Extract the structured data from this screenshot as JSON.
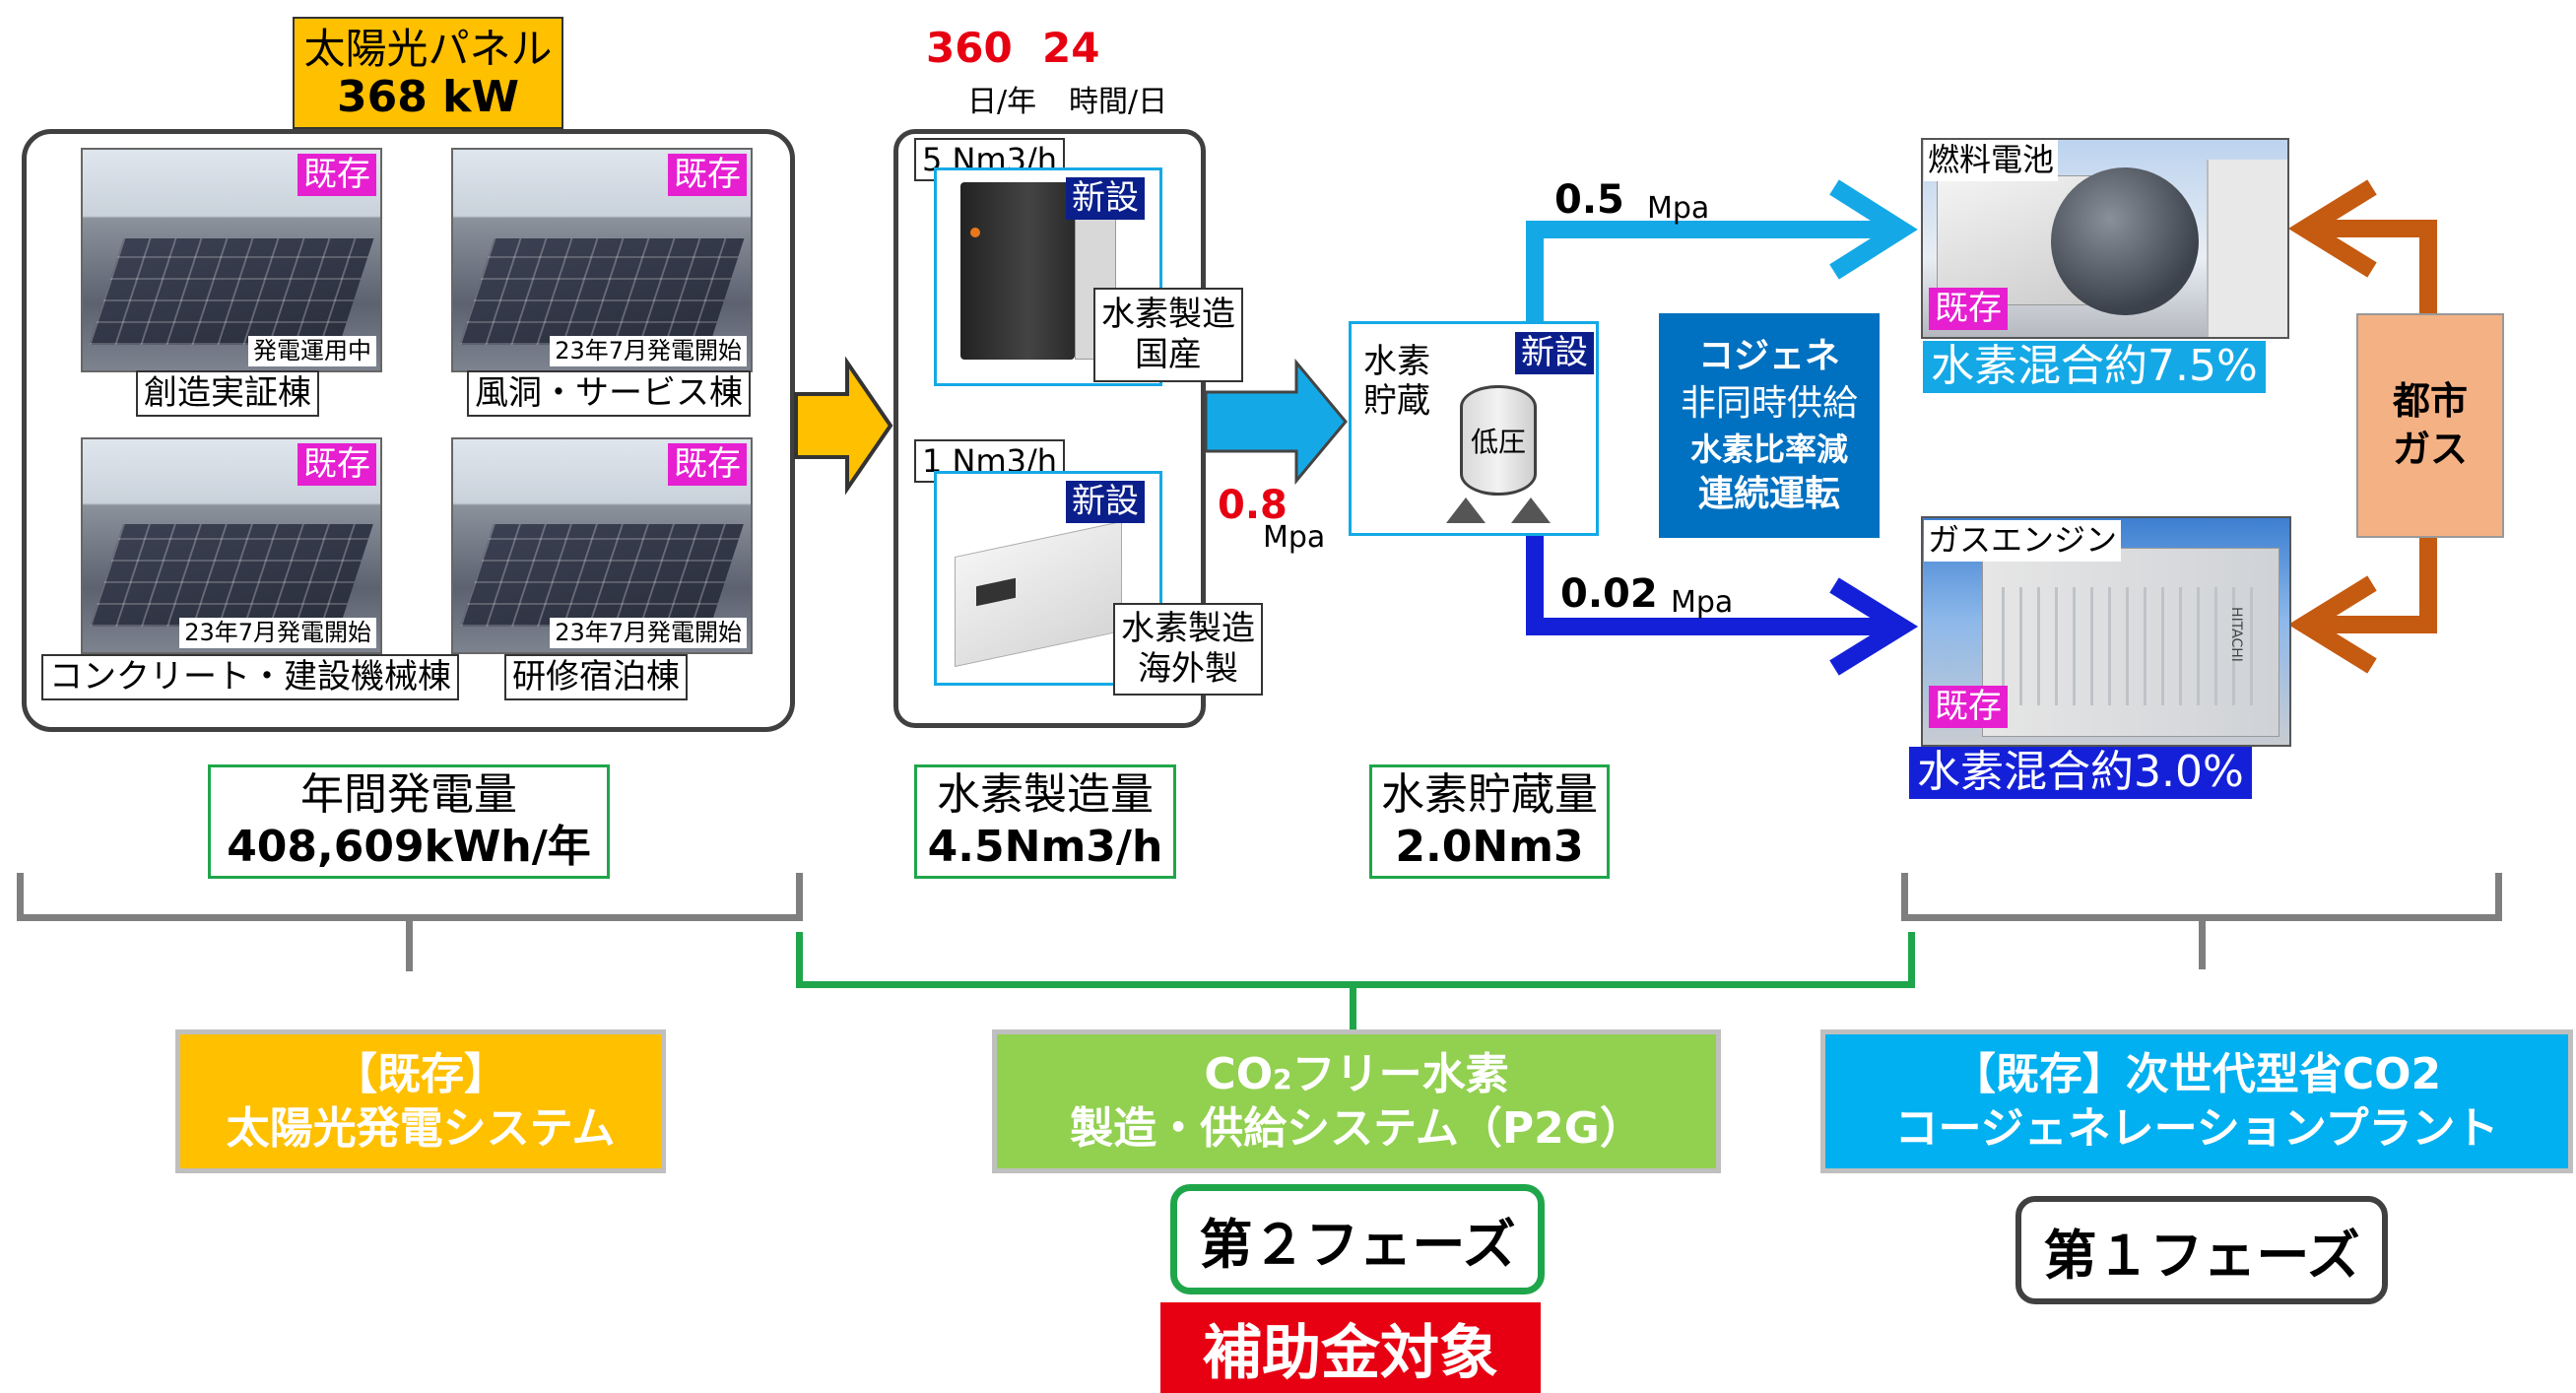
{
  "solar": {
    "title": "太陽光パネル",
    "capacity": "368 kW",
    "photos": [
      {
        "badge": "既存",
        "status": "発電運用中",
        "building": "創造実証棟"
      },
      {
        "badge": "既存",
        "status": "23年7月発電開始",
        "building": "風洞・サービス棟"
      },
      {
        "badge": "既存",
        "status": "23年7月発電開始",
        "building": "コンクリート・建設機械棟"
      },
      {
        "badge": "既存",
        "status": "23年7月発電開始",
        "building": "研修宿泊棟"
      }
    ],
    "annual_label": "年間発電量",
    "annual_value": "408,609kWh/年"
  },
  "operation": {
    "days_value": "360",
    "days_unit": "日/年",
    "hours_value": "24",
    "hours_unit": "時間/日"
  },
  "electrolyzers": [
    {
      "rate": "5 Nm3/h",
      "badge": "新設",
      "label_line1": "水素製造",
      "label_line2": "国産"
    },
    {
      "rate": "1 Nm3/h",
      "badge": "新設",
      "label_line1": "水素製造",
      "label_line2": "海外製"
    }
  ],
  "production": {
    "label": "水素製造量",
    "value": "4.5Nm3/h"
  },
  "storage": {
    "label_line1": "水素",
    "label_line2": "貯蔵",
    "badge": "新設",
    "tank_label": "低圧",
    "inlet_pressure": "0.8",
    "inlet_unit": "Mpa",
    "amount_label": "水素貯蔵量",
    "amount_value": "2.0Nm3"
  },
  "pipes": {
    "upper_pressure": "0.5",
    "upper_unit": "Mpa",
    "lower_pressure": "0.02",
    "lower_unit": "Mpa"
  },
  "cogen": {
    "line1": "コジェネ",
    "line2": "非同時供給",
    "line3": "水素比率減",
    "line4": "連続運転"
  },
  "fuel_cell": {
    "label": "燃料電池",
    "badge": "既存",
    "mix": "水素混合約7.5%"
  },
  "gas_engine": {
    "label": "ガスエンジン",
    "badge": "既存",
    "mix": "水素混合約3.0%",
    "brand": "HITACHI"
  },
  "city_gas": {
    "line1": "都市",
    "line2": "ガス"
  },
  "systems": {
    "solar_line1": "【既存】",
    "solar_line2": "太陽光発電システム",
    "p2g_line1_a": "CO",
    "p2g_line1_sub": "2",
    "p2g_line1_b": "フリー水素",
    "p2g_line2": "製造・供給システム（P2G）",
    "cogen_line1": "【既存】次世代型省CO2",
    "cogen_line2": "コージェネレーションプラント"
  },
  "phases": {
    "phase2": "第２フェーズ",
    "phase1": "第１フェーズ",
    "subsidy": "補助金対象"
  },
  "colors": {
    "solar_orange": "#ffc000",
    "p2g_green": "#92d050",
    "cogen_blue": "#00b0f0",
    "pipe_light_blue": "#14a9e6",
    "pipe_dark_blue": "#1420d8",
    "city_gas_brown": "#c55a11",
    "badge_magenta": "#e61fd1",
    "badge_navy": "#0b1f8c",
    "subsidy_red": "#e60012"
  }
}
